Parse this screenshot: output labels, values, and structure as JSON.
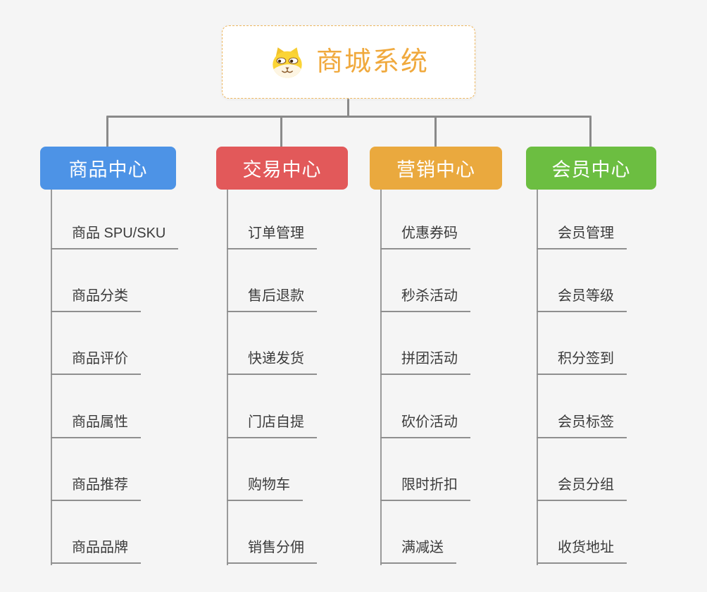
{
  "canvas": {
    "background_color": "#f5f5f5",
    "connector_color": "#8a8a8a"
  },
  "root": {
    "title": "商城系统",
    "icon": "doge-icon",
    "accent_color": "#f0a93d",
    "border_color": "#eeb75f"
  },
  "branches": [
    {
      "label": "商品中心",
      "color": "#4d93e6",
      "items": [
        "商品 SPU/SKU",
        "商品分类",
        "商品评价",
        "商品属性",
        "商品推荐",
        "商品品牌"
      ]
    },
    {
      "label": "交易中心",
      "color": "#e2595a",
      "items": [
        "订单管理",
        "售后退款",
        "快递发货",
        "门店自提",
        "购物车",
        "销售分佣"
      ]
    },
    {
      "label": "营销中心",
      "color": "#eaa93e",
      "items": [
        "优惠券码",
        "秒杀活动",
        "拼团活动",
        "砍价活动",
        "限时折扣",
        "满减送"
      ]
    },
    {
      "label": "会员中心",
      "color": "#6cbe41",
      "items": [
        "会员管理",
        "会员等级",
        "积分签到",
        "会员标签",
        "会员分组",
        "收货地址"
      ]
    }
  ]
}
